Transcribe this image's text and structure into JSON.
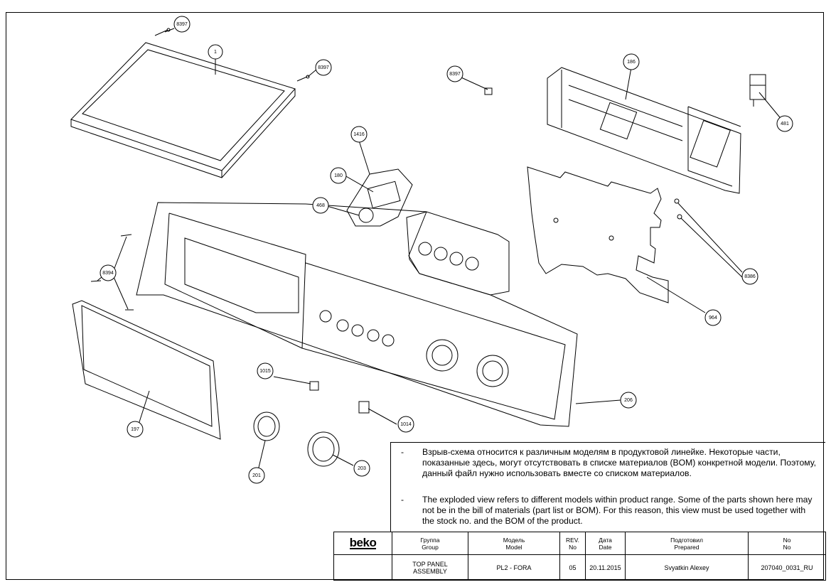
{
  "diagram": {
    "callouts": [
      "8397",
      "1",
      "8397",
      "8397",
      "186",
      "481",
      "1416",
      "180",
      "468",
      "8394",
      "8386",
      "964",
      "206",
      "1015",
      "1014",
      "197",
      "201",
      "203"
    ]
  },
  "notes": {
    "ru": "Взрыв-схема относится к различным моделям в продуктовой линейке. Некоторые части, показанные здесь, могут отсутствовать в списке материалов (BOM) конкретной модели. Поэтому, данный файл нужно использовать вместе со списком материалов.",
    "en": "The exploded view refers to different models within product range. Some of the parts shown here may not be in the bill of materials (part list or BOM). For this reason, this view must be used together with the stock no. and the BOM of the product.",
    "bullet": "-"
  },
  "title_block": {
    "logo": "beko",
    "group_ru": "Группа",
    "group_en": "Group",
    "model_ru": "Модель",
    "model_en": "Model",
    "rev_ru": "REV.",
    "rev_en": "No",
    "date_ru": "Дата",
    "date_en": "Date",
    "prepared_ru": "Подготовил",
    "prepared_en": "Prepared",
    "no_ru": "No",
    "no_en": "No",
    "group_value": "TOP PANEL ASSEMBLY",
    "model_value": "PL2 - FORA",
    "rev_value": "05",
    "date_value": "20.11.2015",
    "prepared_value": "Svyatkin Alexey",
    "no_value": "207040_0031_RU"
  }
}
